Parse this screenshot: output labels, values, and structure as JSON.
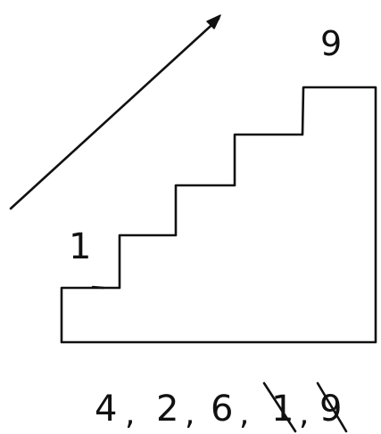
{
  "labels": {
    "bottom_step": "1",
    "top_step": "9"
  },
  "sequence": {
    "items": [
      {
        "value": "4",
        "crossed": false
      },
      {
        "value": "2",
        "crossed": false
      },
      {
        "value": "6",
        "crossed": false
      },
      {
        "value": "1",
        "crossed": true
      },
      {
        "value": "9",
        "crossed": true
      }
    ],
    "separator": ","
  },
  "colors": {
    "ink": "#111111",
    "paper": "#ffffff"
  }
}
